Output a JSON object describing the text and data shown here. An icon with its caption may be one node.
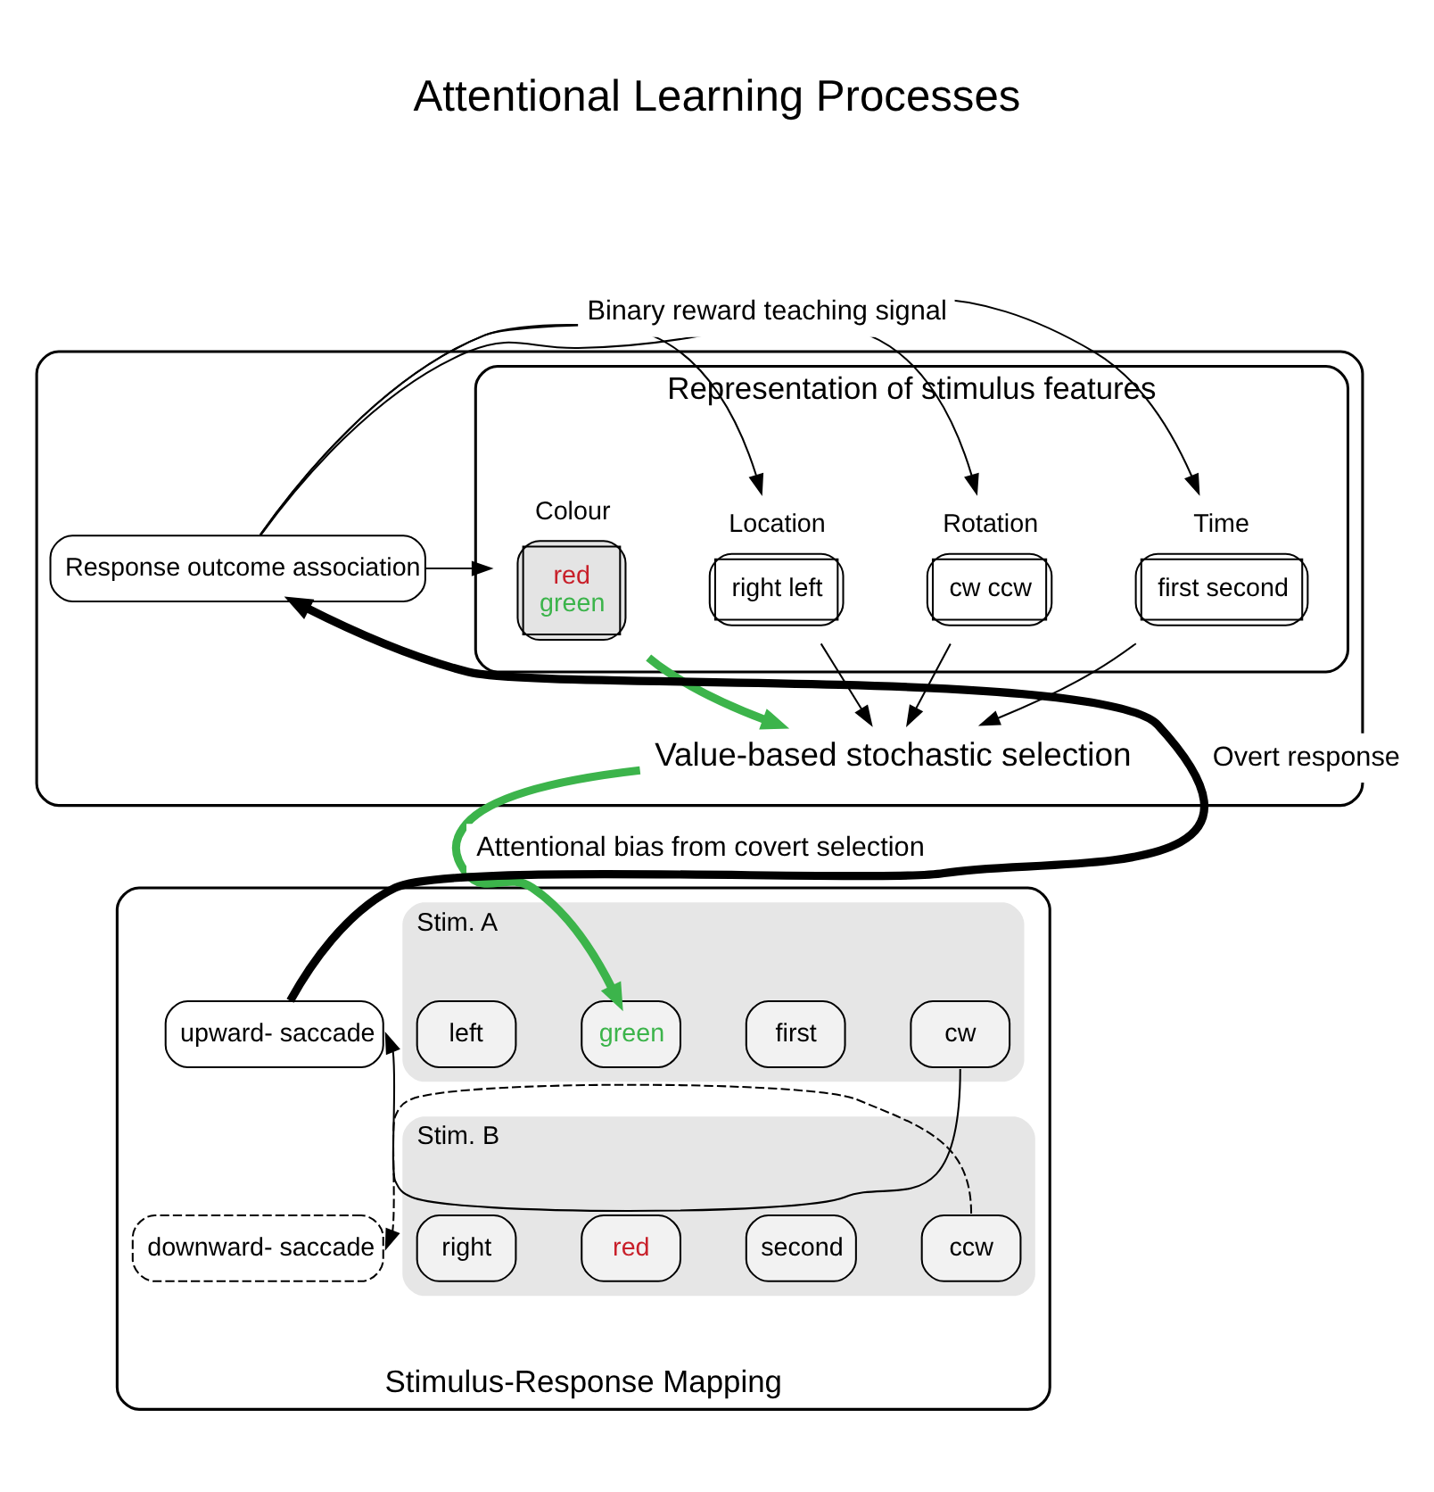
{
  "diagram": {
    "title": "Attentional Learning Processes",
    "nodes": [
      {
        "text": [],
        "shape": "box"
      },
      {
        "text": [
          "Representation of stimulus features"
        ],
        "in": 0
      },
      {
        "text": [
          "Colour",
          "red",
          "green"
        ],
        "in": 1
      },
      {
        "text": [
          "Location",
          "right left"
        ],
        "in": 1
      },
      {
        "text": [
          "Rotation",
          "cw ccw"
        ],
        "in": 1
      },
      {
        "text": [
          "Time",
          "first second"
        ],
        "in": 1
      },
      {
        "text": [
          "Response outcome association"
        ],
        "in": 0
      },
      {
        "text": [
          "Value-based stochastic selection"
        ],
        "in": 0
      },
      {
        "text": [
          "Stimulus-Response Mapping"
        ]
      },
      {
        "text": [
          "Stim. A"
        ],
        "in": 8
      },
      {
        "text": [
          "left"
        ],
        "in": 9
      },
      {
        "text": [
          "green"
        ],
        "in": 9
      },
      {
        "text": [
          "first"
        ],
        "in": 9
      },
      {
        "text": [
          "cw"
        ],
        "in": 9
      },
      {
        "text": [
          "Stim. B"
        ],
        "in": 8
      },
      {
        "text": [
          "right"
        ],
        "in": 14
      },
      {
        "text": [
          "red"
        ],
        "in": 14
      },
      {
        "text": [
          "second"
        ],
        "in": 14
      },
      {
        "text": [
          "ccw"
        ],
        "in": 14
      },
      {
        "text": [
          "upward- saccade"
        ],
        "in": 8
      },
      {
        "text": [
          "downward- saccade"
        ],
        "in": 8
      }
    ],
    "edges": [
      {
        "from": 6,
        "to": 2,
        "arrow": "to"
      },
      {
        "from": 6,
        "to": 3,
        "arrow": "to"
      },
      {
        "from": 6,
        "to": 4,
        "arrow": "to"
      },
      {
        "from": 6,
        "to": 5,
        "arrow": "to",
        "label": "Binary reward teaching signal"
      },
      {
        "from": 2,
        "to": 7,
        "arrow": "to",
        "style": "thick",
        "color": "#3cb44b"
      },
      {
        "from": 3,
        "to": 7,
        "arrow": "to"
      },
      {
        "from": 4,
        "to": 7,
        "arrow": "to"
      },
      {
        "from": 5,
        "to": 7,
        "arrow": "to"
      },
      {
        "from": 7,
        "to": 11,
        "arrow": "to",
        "style": "thick",
        "color": "#3cb44b",
        "label": "Attentional bias from covert selection"
      },
      {
        "from": 13,
        "to": 19,
        "arrow": "to"
      },
      {
        "from": 18,
        "to": 20,
        "arrow": "to",
        "style": "dashed"
      },
      {
        "from": 19,
        "to": 6,
        "arrow": "to",
        "style": "thick",
        "label": "Overt response"
      }
    ]
  }
}
